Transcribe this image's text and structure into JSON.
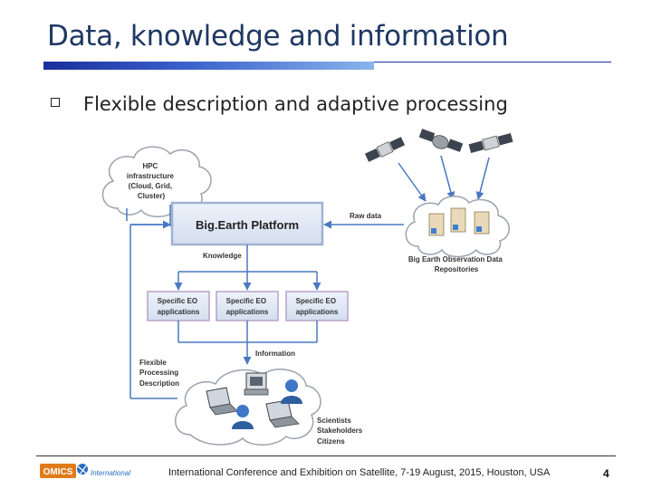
{
  "slide": {
    "title": "Data, knowledge and information",
    "bullet": "Flexible description and adaptive processing"
  },
  "diagram": {
    "hpc_cloud": [
      "HPC",
      "infrastructure",
      "(Cloud, Grid,",
      "Cluster)"
    ],
    "platform": "Big.Earth Platform",
    "raw_data": "Raw data",
    "repositories": [
      "Big Earth Observation Data",
      "Repositories"
    ],
    "knowledge": "Knowledge",
    "apps": [
      [
        "Specific EO",
        "applications"
      ],
      [
        "Specific EO",
        "applications"
      ],
      [
        "Specific EO",
        "applications"
      ]
    ],
    "information": "Information",
    "flexible": [
      "Flexible",
      "Processing",
      "Description"
    ],
    "users": [
      "Scientists",
      "Stakeholders",
      "Citizens"
    ]
  },
  "footer": {
    "logo_main": "OMICS",
    "logo_sub": "International",
    "conference": "International Conference and Exhibition on Satellite, 7-19 August, 2015, Houston, USA",
    "page": "4"
  }
}
